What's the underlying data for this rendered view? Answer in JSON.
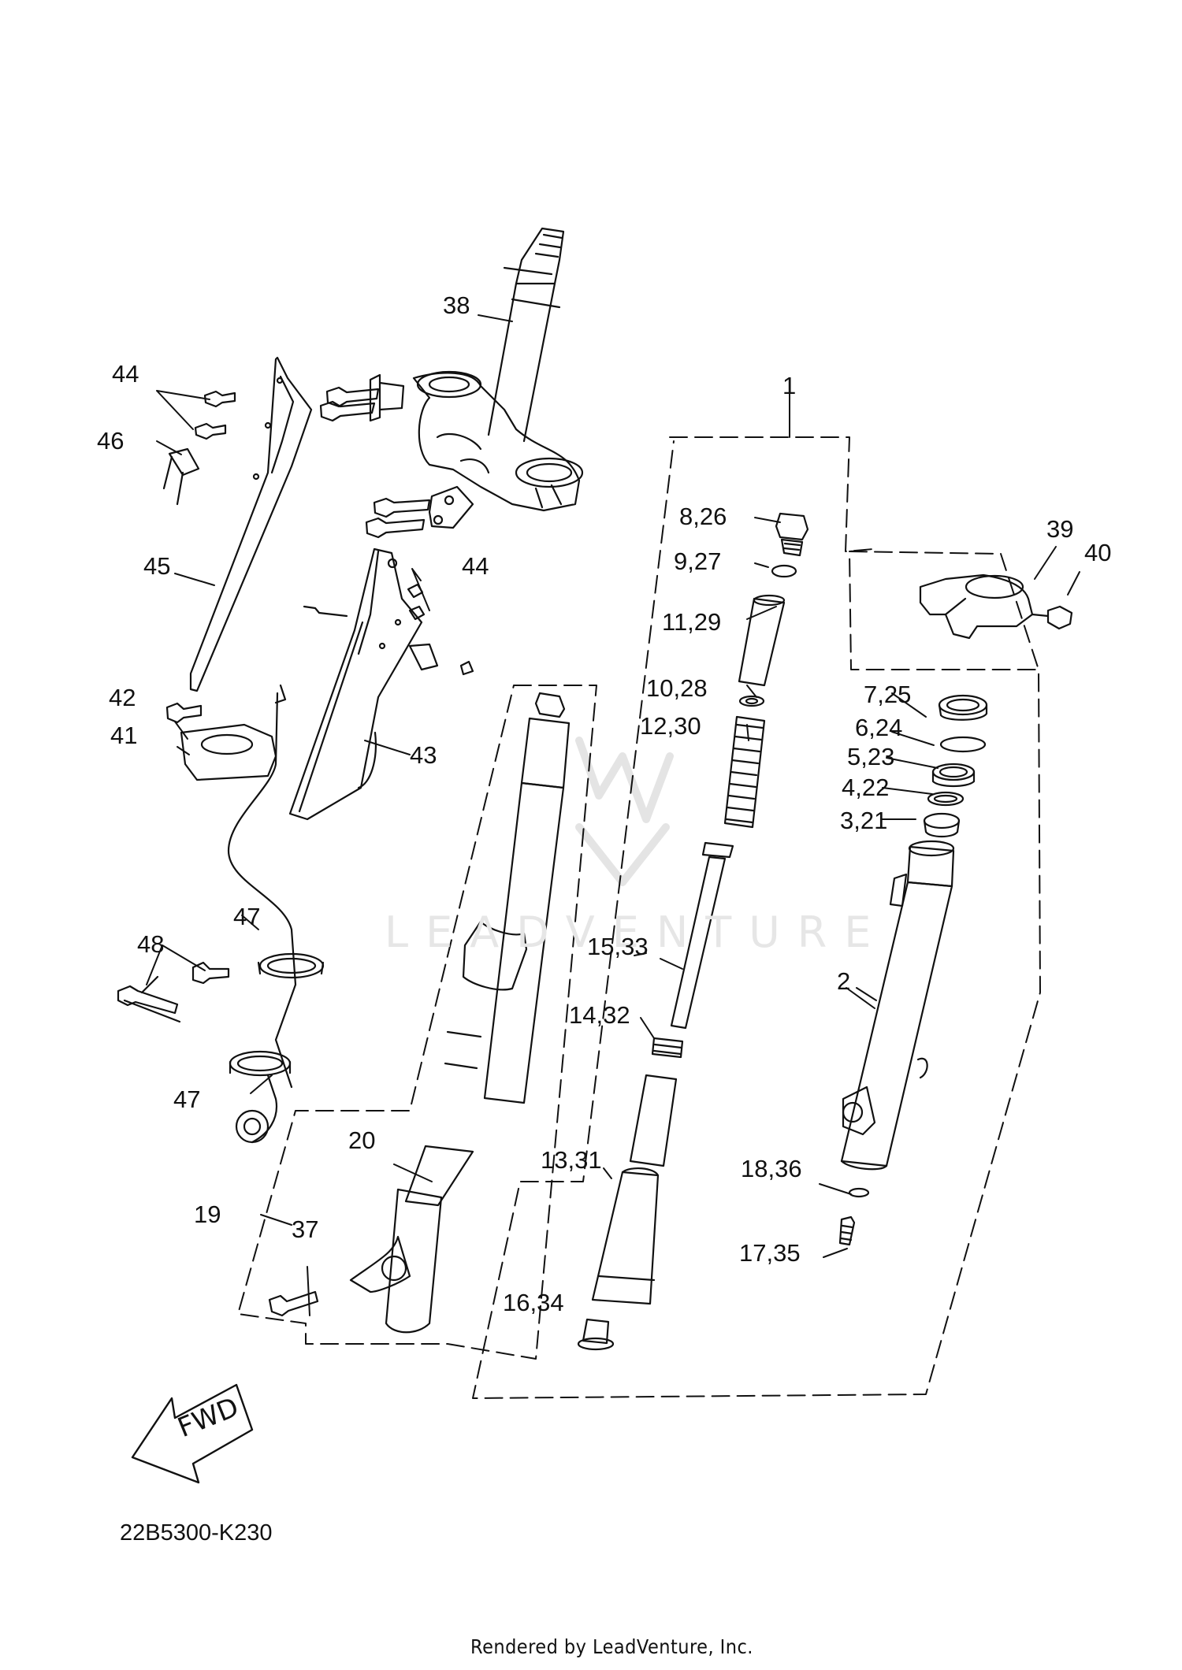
{
  "callouts": {
    "c1": "1",
    "c2": "2",
    "c8_26": "8,26",
    "c9_27": "9,27",
    "c11_29": "11,29",
    "c10_28": "10,28",
    "c12_30": "12,30",
    "c15_33": "15,33",
    "c14_32": "14,32",
    "c13_31": "13,31",
    "c16_34": "16,34",
    "c7_25": "7,25",
    "c6_24": "6,24",
    "c5_23": "5,23",
    "c4_22": "4,22",
    "c3_21": "3,21",
    "c18_36": "18,36",
    "c17_35": "17,35",
    "c19": "19",
    "c20": "20",
    "c37": "37",
    "c38": "38",
    "c39": "39",
    "c40": "40",
    "c41": "41",
    "c42": "42",
    "c43": "43",
    "c44a": "44",
    "c44b": "44",
    "c45": "45",
    "c46": "46",
    "c47a": "47",
    "c47b": "47",
    "c48": "48"
  },
  "fwd_arrow_label": "FWD",
  "part_code": "22B5300-K230",
  "watermark_text": "LEADVENTURE",
  "footer_text": "Rendered by LeadVenture, Inc."
}
